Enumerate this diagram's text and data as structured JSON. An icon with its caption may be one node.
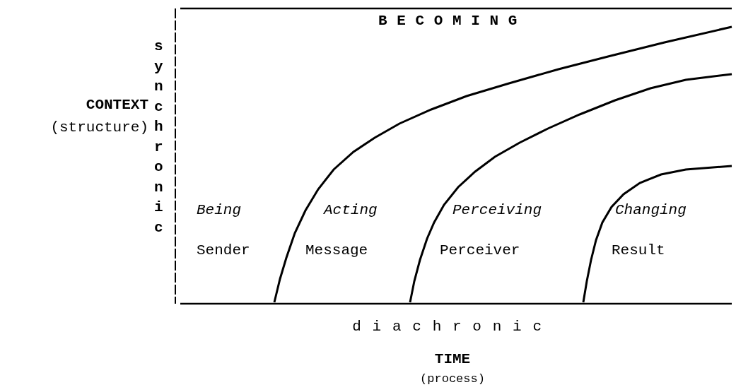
{
  "diagram": {
    "labels": [
      "BECOMING",
      "CONTEXT",
      "(structure)",
      "synchronic",
      "Being",
      "Acting",
      "Perceiving",
      "Changing",
      "Sender",
      "Message",
      "Perceiver",
      "Result",
      "diachronic",
      "TIME",
      "(process)"
    ]
  }
}
